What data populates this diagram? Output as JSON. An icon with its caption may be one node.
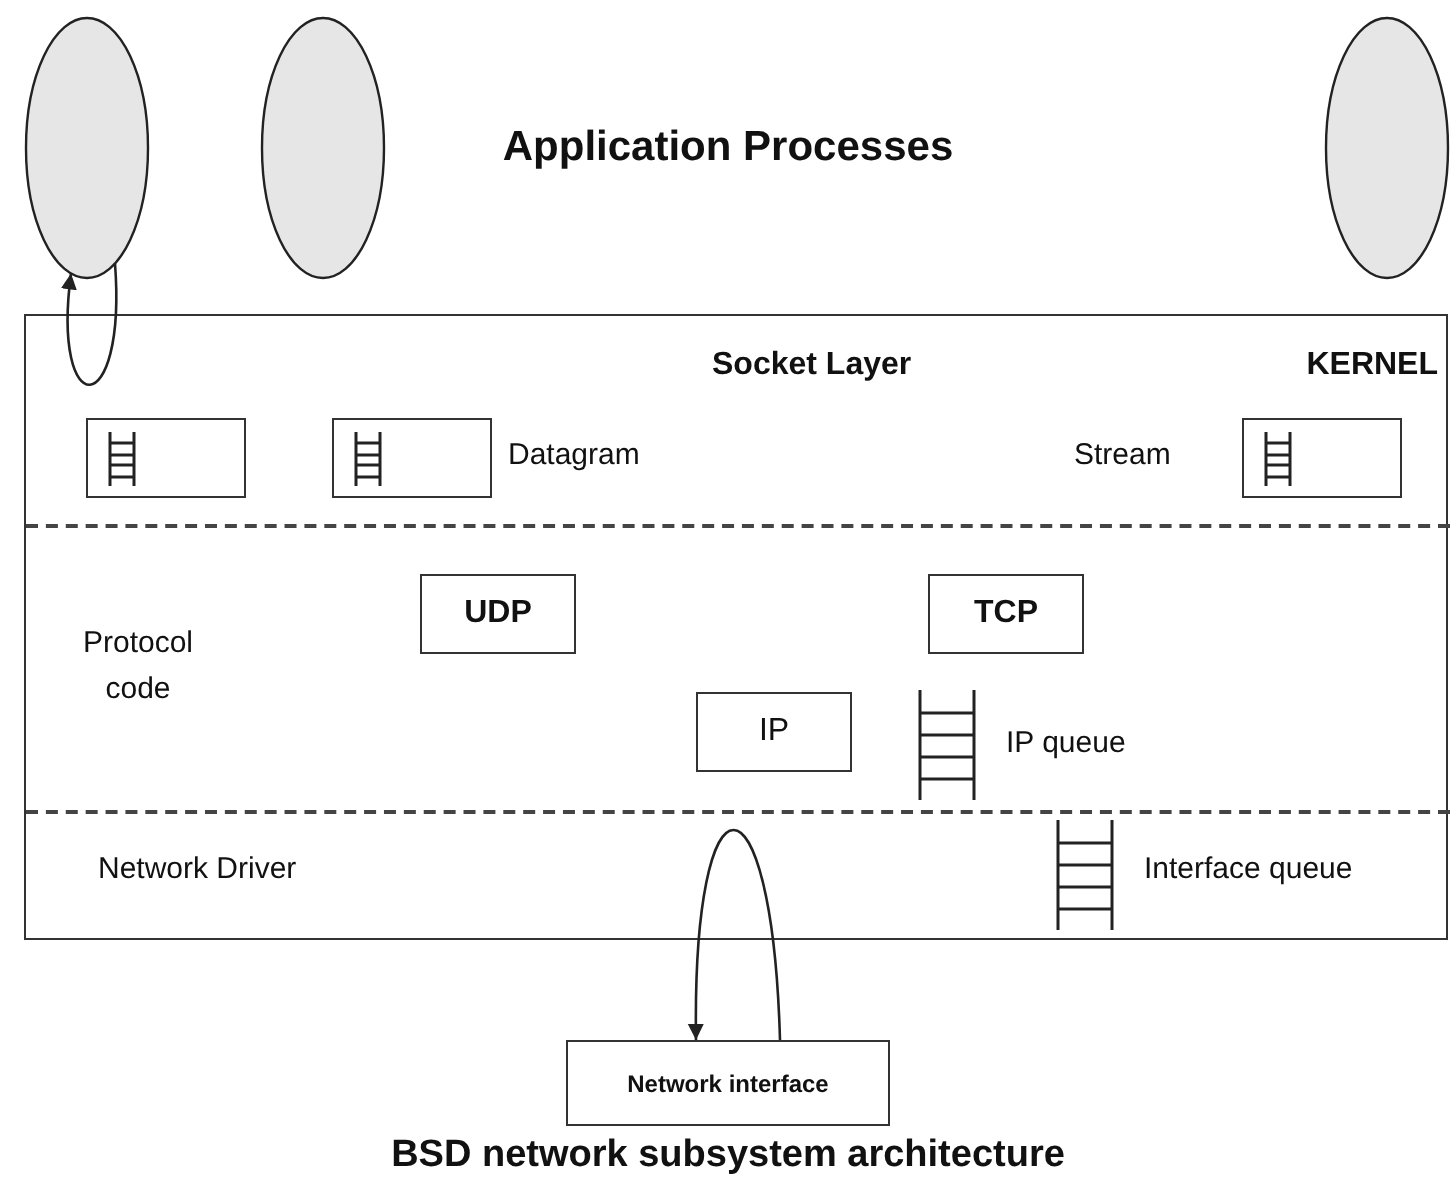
{
  "diagram": {
    "caption": "BSD network subsystem architecture",
    "nodes": [
      {
        "text": [],
        "shape": "ellipse"
      },
      {
        "text": [],
        "shape": "ellipse"
      },
      {
        "text": [],
        "shape": "ellipse"
      },
      {
        "text": [
          "KERNEL"
        ]
      },
      {
        "text": [
          "Socket Layer"
        ],
        "in": 3
      },
      {
        "text": [],
        "shape": "box",
        "in": 4
      },
      {
        "text": [],
        "shape": "box",
        "in": 4,
        "beside": [
          "Datagram"
        ]
      },
      {
        "text": [],
        "shape": "box",
        "in": 4,
        "beside": [
          "Stream"
        ]
      },
      {
        "text": [
          "Protocol code"
        ],
        "in": 3
      },
      {
        "text": [
          "UDP"
        ],
        "in": 8
      },
      {
        "text": [
          "TCP"
        ],
        "in": 8
      },
      {
        "text": [
          "IP"
        ],
        "in": 8
      },
      {
        "text": [
          "Network Driver"
        ],
        "in": 3
      },
      {
        "text": [
          "Network interface"
        ]
      }
    ],
    "edges": [
      {
        "from": 0,
        "to": 0,
        "arrow": "to"
      },
      {
        "from": 13,
        "to": 13,
        "arrow": "to"
      }
    ],
    "labels": [
      "Application Processes",
      "IP queue",
      "Interface queue"
    ]
  }
}
